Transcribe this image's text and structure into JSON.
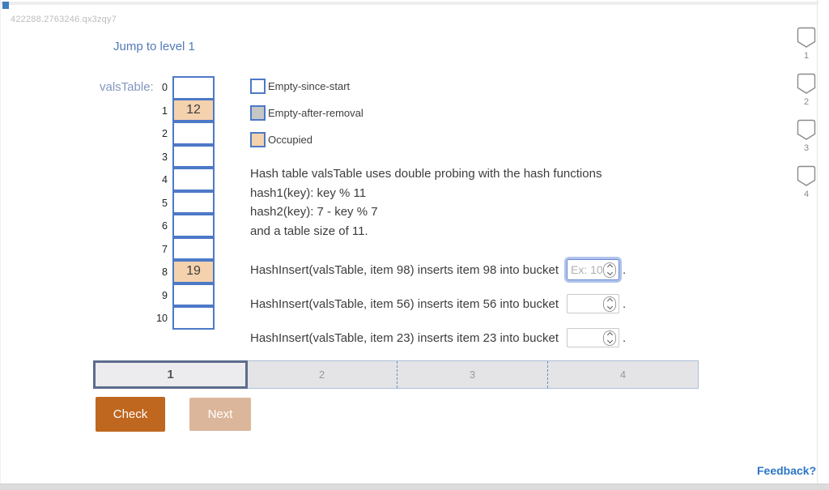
{
  "page": {
    "activity_id": "422288.2763246.qx3zqy7",
    "jump_link_label": "Jump to level 1",
    "feedback_label": "Feedback?"
  },
  "hash_table": {
    "label": "valsTable:",
    "buckets": [
      {
        "index": "0",
        "value": "",
        "state": "empty-since-start"
      },
      {
        "index": "1",
        "value": "12",
        "state": "occupied"
      },
      {
        "index": "2",
        "value": "",
        "state": "empty-since-start"
      },
      {
        "index": "3",
        "value": "",
        "state": "empty-since-start"
      },
      {
        "index": "4",
        "value": "",
        "state": "empty-since-start"
      },
      {
        "index": "5",
        "value": "",
        "state": "empty-since-start"
      },
      {
        "index": "6",
        "value": "",
        "state": "empty-since-start"
      },
      {
        "index": "7",
        "value": "",
        "state": "empty-since-start"
      },
      {
        "index": "8",
        "value": "19",
        "state": "occupied"
      },
      {
        "index": "9",
        "value": "",
        "state": "empty-since-start"
      },
      {
        "index": "10",
        "value": "",
        "state": "empty-since-start"
      }
    ]
  },
  "legend": [
    {
      "label": "Empty-since-start",
      "state": "empty-since-start"
    },
    {
      "label": "Empty-after-removal",
      "state": "empty-after-removal"
    },
    {
      "label": "Occupied",
      "state": "occupied"
    }
  ],
  "description": {
    "line1": "Hash table valsTable uses double probing with the hash functions",
    "line2": "hash1(key): key % 11",
    "line3": "hash2(key): 7 - key % 7",
    "line4": "and a table size of 11."
  },
  "questions": [
    {
      "text": "HashInsert(valsTable, item 98) inserts item 98 into bucket",
      "value": "",
      "placeholder": "Ex: 10",
      "focused": true,
      "suffix": "."
    },
    {
      "text": "HashInsert(valsTable, item 56) inserts item 56 into bucket",
      "value": "",
      "placeholder": "",
      "focused": false,
      "suffix": "."
    },
    {
      "text": "HashInsert(valsTable, item 23) inserts item 23 into bucket",
      "value": "",
      "placeholder": "",
      "focused": false,
      "suffix": "."
    }
  ],
  "progress_bar": {
    "segments": [
      {
        "label": "1",
        "active": true
      },
      {
        "label": "2",
        "active": false
      },
      {
        "label": "3",
        "active": false
      },
      {
        "label": "4",
        "active": false
      }
    ]
  },
  "buttons": {
    "check_label": "Check",
    "next_label": "Next"
  },
  "level_rail": [
    {
      "icon": "level-shield-icon",
      "label": "1"
    },
    {
      "icon": "level-shield-icon",
      "label": "2"
    },
    {
      "icon": "level-shield-icon",
      "label": "3"
    },
    {
      "icon": "level-shield-icon",
      "label": "4"
    }
  ],
  "colors": {
    "cell_border_blue": "#4d79c7",
    "occupied_tan": "#f5d2ae",
    "empty_after_removal_gray": "#c6c6c6",
    "check_button_orange": "#bf671f",
    "next_button_tan": "#dcb69a",
    "active_segment_border": "#5c6c8d",
    "link_blue": "#537ab8",
    "feedback_blue": "#2d76c5",
    "top_progress_blue": "#3d7ebf"
  }
}
